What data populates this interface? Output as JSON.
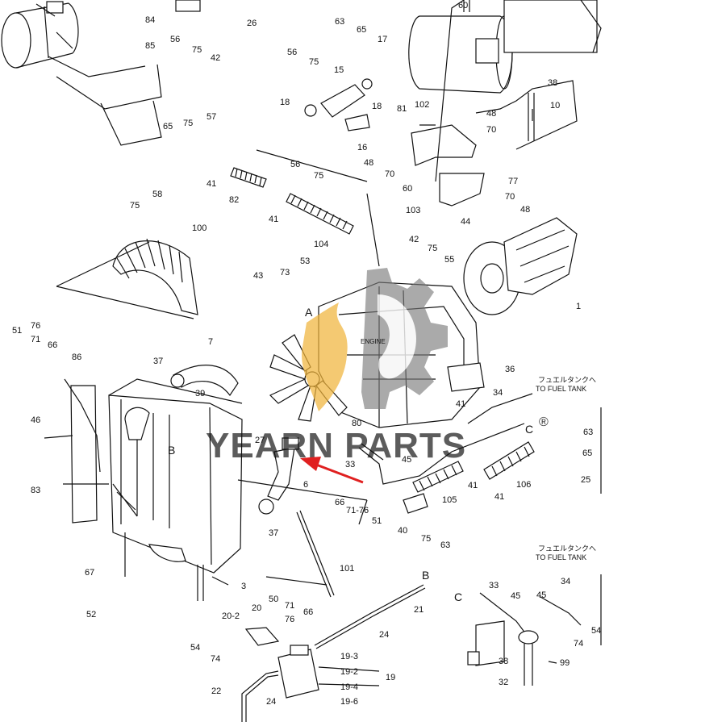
{
  "colors": {
    "line": "#111111",
    "watermark_gray": "#7a7a7a",
    "watermark_yellow": "#f0b43c",
    "arrow_red": "#e02020"
  },
  "labels": {
    "engine": "ENGINE",
    "ref_a": "A",
    "ref_b_radiator": "B",
    "ref_b_pipe": "B",
    "ref_c_top": "C",
    "ref_c_bottom": "C",
    "fuel_tank_jp_1": "フュエルタンクへ",
    "fuel_tank_en_1": "TO FUEL TANK",
    "fuel_tank_jp_2": "フュエルタンクへ",
    "fuel_tank_en_2": "TO FUEL TANK"
  },
  "watermark": {
    "text": "YEARN PARTS",
    "registered": "®"
  },
  "parts": {
    "p84": "84",
    "p85": "85",
    "p56a": "56",
    "p75a": "75",
    "p42a": "42",
    "p26": "26",
    "p63a": "63",
    "p65a": "65",
    "p17": "17",
    "p60a": "60",
    "p56b": "56",
    "p75b": "75",
    "p15": "15",
    "p18a": "18",
    "p18b": "18",
    "p81": "81",
    "p102": "102",
    "p48a": "48",
    "p70a": "70",
    "p38a": "38",
    "p10": "10",
    "p65b": "65",
    "p75c": "75",
    "p57": "57",
    "p16": "16",
    "p56c": "56",
    "p75d": "75",
    "p48b": "48",
    "p70b": "70",
    "p41a": "41",
    "p82": "82",
    "p41b": "41",
    "p104": "104",
    "p60b": "60",
    "p103": "103",
    "p77": "77",
    "p70c": "70",
    "p48c": "48",
    "p75e": "75",
    "p58": "58",
    "p100": "100",
    "p44": "44",
    "p42b": "42",
    "p75f": "75",
    "p55": "55",
    "p1": "1",
    "p43": "43",
    "p73": "73",
    "p53": "53",
    "p51a": "51",
    "p76a": "76",
    "p71a": "71",
    "p66a": "66",
    "p86": "86",
    "p7": "7",
    "p37a": "37",
    "p39": "39",
    "p36": "36",
    "p34a": "34",
    "p41c": "41",
    "p46": "46",
    "p80": "80",
    "p63b": "63",
    "p65c": "65",
    "p25": "25",
    "p83": "83",
    "p27": "27",
    "p45a": "45",
    "p33a": "33",
    "p6": "6",
    "p105": "105",
    "p41d": "41",
    "p41e": "41",
    "p106": "106",
    "p66b": "66",
    "p7176": "71-76",
    "p51b": "51",
    "p37b": "37",
    "p40": "40",
    "p75g": "75",
    "p63c": "63",
    "p101": "101",
    "p67": "67",
    "p3": "3",
    "p50": "50",
    "p71b": "71",
    "p76b": "76",
    "p66c": "66",
    "p21": "21",
    "p52": "52",
    "p202": "20-2",
    "p20": "20",
    "p54a": "54",
    "p74a": "74",
    "p24a": "24",
    "p33b": "33",
    "p45b": "45",
    "p45c": "45",
    "p34b": "34",
    "p54b": "54",
    "p74b": "74",
    "p193": "19-3",
    "p192": "19-2",
    "p19": "19",
    "p194": "19-4",
    "p196": "19-6",
    "p22": "22",
    "p24b": "24",
    "p38b": "38",
    "p99": "99",
    "p32": "32"
  }
}
